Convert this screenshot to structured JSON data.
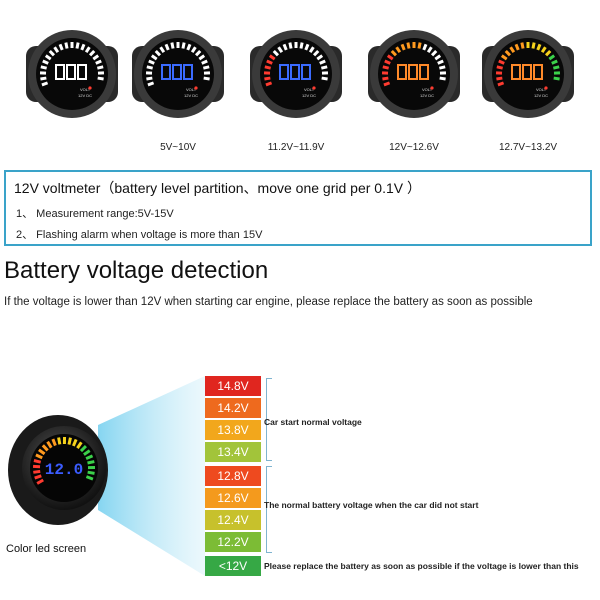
{
  "meters": [
    {
      "caption": "",
      "mode": "white"
    },
    {
      "caption": "5V~10V",
      "mode": "blue"
    },
    {
      "caption": "11.2V~11.9V",
      "mode": "red"
    },
    {
      "caption": "12V~12.6V",
      "mode": "orange"
    },
    {
      "caption": "12.7V~13.2V",
      "mode": "green"
    }
  ],
  "meter_face_label": "VOLT",
  "meter_face_sub": "12V DC",
  "info": {
    "title": "12V voltmeter（battery level partition、move one grid per 0.1V ）",
    "items": [
      "1、 Measurement range:5V-15V",
      "2、 Flashing alarm when voltage is more than 15V"
    ]
  },
  "heading": "Battery voltage detection",
  "subheading": "If the voltage is lower than 12V when starting car engine, please replace the battery as soon as possible",
  "ladder": [
    {
      "label": "14.8V",
      "color": "#e0261f"
    },
    {
      "label": "14.2V",
      "color": "#ee6a1e"
    },
    {
      "label": "13.8V",
      "color": "#f2a71c"
    },
    {
      "label": "13.4V",
      "color": "#a2c43a"
    },
    {
      "label": "12.8V",
      "color": "#ee4a1f"
    },
    {
      "label": "12.6V",
      "color": "#f49a1d"
    },
    {
      "label": "12.4V",
      "color": "#c7c12c"
    },
    {
      "label": "12.2V",
      "color": "#7cbc35"
    },
    {
      "label": "<12V",
      "color": "#36a845"
    }
  ],
  "notes": {
    "start": "Car start normal voltage",
    "normal": "The normal battery voltage when the car did not start",
    "low": "Please replace the battery as soon as possible if the voltage is lower than this"
  },
  "led_caption": "Color led screen"
}
